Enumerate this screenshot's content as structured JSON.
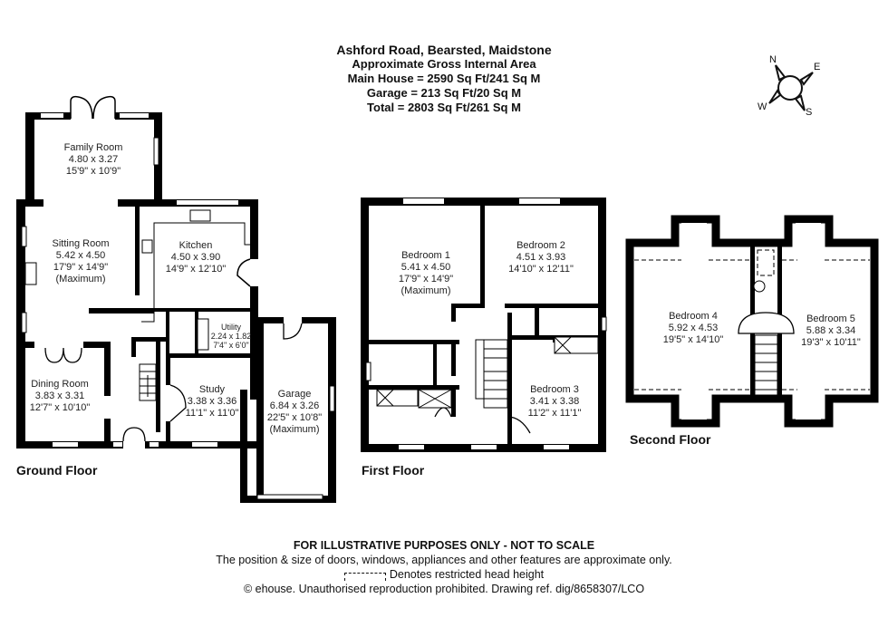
{
  "header": {
    "title": "Ashford Road, Bearsted, Maidstone",
    "subtitle": "Approximate Gross Internal Area",
    "main_house": "Main House = 2590 Sq Ft/241 Sq M",
    "garage": "Garage = 213 Sq Ft/20 Sq M",
    "total": "Total = 2803 Sq Ft/261 Sq M"
  },
  "compass": {
    "n": "N",
    "e": "E",
    "s": "S",
    "w": "W",
    "icon": "compass-icon"
  },
  "floors": {
    "ground": {
      "label": "Ground Floor",
      "rooms": [
        {
          "name": "Family Room",
          "metric": "4.80 x 3.27",
          "imperial": "15'9\" x 10'9\"",
          "note": ""
        },
        {
          "name": "Sitting Room",
          "metric": "5.42 x 4.50",
          "imperial": "17'9\" x 14'9\"",
          "note": "(Maximum)"
        },
        {
          "name": "Kitchen",
          "metric": "4.50 x 3.90",
          "imperial": "14'9\" x 12'10\"",
          "note": ""
        },
        {
          "name": "Utility",
          "metric": "2.24 x 1.82",
          "imperial": "7'4\" x 6'0\"",
          "note": ""
        },
        {
          "name": "Dining Room",
          "metric": "3.83 x 3.31",
          "imperial": "12'7\" x 10'10\"",
          "note": ""
        },
        {
          "name": "Study",
          "metric": "3.38 x 3.36",
          "imperial": "11'1\" x 11'0\"",
          "note": ""
        },
        {
          "name": "Garage",
          "metric": "6.84 x 3.26",
          "imperial": "22'5\" x 10'8\"",
          "note": "(Maximum)"
        }
      ]
    },
    "first": {
      "label": "First Floor",
      "rooms": [
        {
          "name": "Bedroom 1",
          "metric": "5.41 x 4.50",
          "imperial": "17'9\" x 14'9\"",
          "note": "(Maximum)"
        },
        {
          "name": "Bedroom 2",
          "metric": "4.51 x 3.93",
          "imperial": "14'10\" x 12'11\"",
          "note": ""
        },
        {
          "name": "Bedroom 3",
          "metric": "3.41 x 3.38",
          "imperial": "11'2\" x 11'1\"",
          "note": ""
        }
      ]
    },
    "second": {
      "label": "Second Floor",
      "rooms": [
        {
          "name": "Bedroom 4",
          "metric": "5.92 x 4.53",
          "imperial": "19'5\" x 14'10\"",
          "note": ""
        },
        {
          "name": "Bedroom 5",
          "metric": "5.88 x 3.34",
          "imperial": "19'3\" x 10'11\"",
          "note": ""
        }
      ]
    }
  },
  "footer": {
    "disclaimer": "FOR ILLUSTRATIVE PURPOSES ONLY - NOT TO SCALE",
    "note": "The position & size of doors, windows, appliances and other features are approximate only.",
    "legend": "Denotes restricted head height",
    "copyright": "© ehouse. Unauthorised reproduction prohibited. Drawing ref. dig/8658307/LCO"
  },
  "colors": {
    "wall": "#000000",
    "background": "#ffffff",
    "text": "#111111"
  }
}
